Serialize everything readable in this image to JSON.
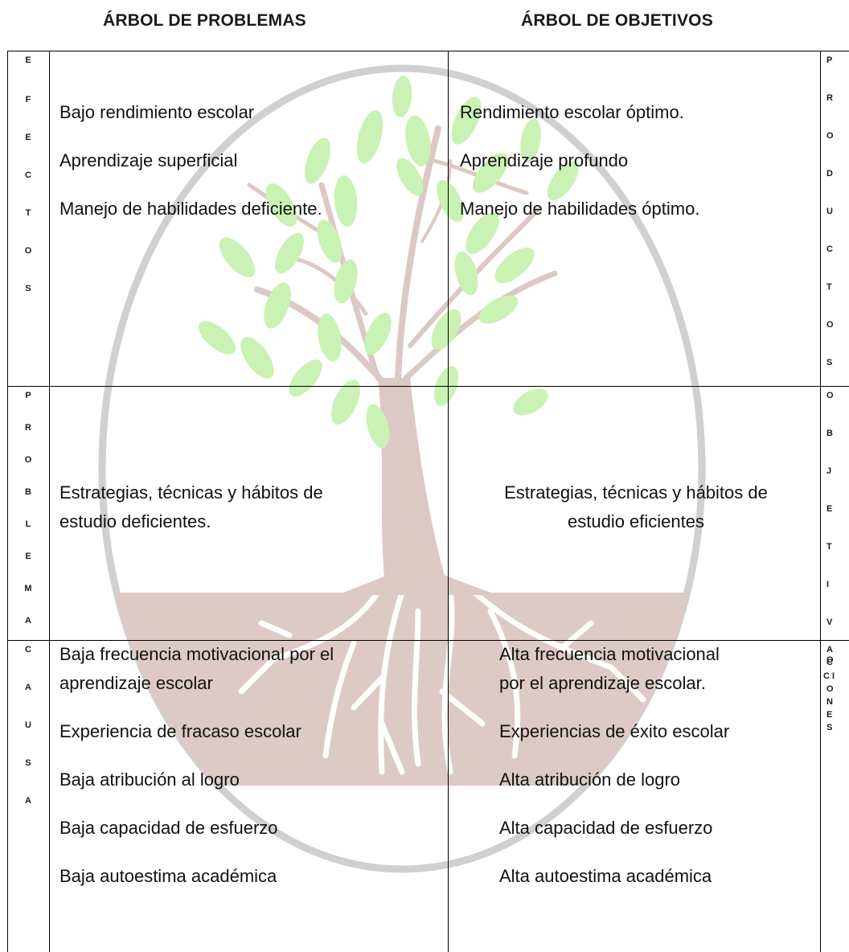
{
  "headings": {
    "left": "ÁRBOL DE PROBLEMAS",
    "right": "ÁRBOL DE OBJETIVOS"
  },
  "side_labels": {
    "efectos": [
      "E",
      "F",
      "E",
      "C",
      "T",
      "O",
      "S"
    ],
    "problema": [
      "P",
      "R",
      "O",
      "B",
      "L",
      "E",
      "M",
      "A"
    ],
    "causa": [
      "C",
      "A",
      "U",
      "S",
      "A"
    ],
    "productos": [
      "P",
      "R",
      "O",
      "D",
      "U",
      "C",
      "T",
      "O",
      "S"
    ],
    "objetivo": [
      "O",
      "B",
      "J",
      "E",
      "T",
      "I",
      "V",
      "O"
    ],
    "acciones": [
      "A",
      "C",
      "C I",
      "O",
      "N",
      "E",
      "S"
    ]
  },
  "problems": {
    "efectos": [
      "Bajo rendimiento escolar",
      "Aprendizaje superficial",
      "Manejo de habilidades deficiente."
    ],
    "problema": [
      "Estrategias, técnicas y hábitos de",
      "estudio deficientes."
    ],
    "causas": [
      "Baja frecuencia motivacional por el",
      "aprendizaje escolar",
      "Experiencia de fracaso escolar",
      "Baja atribución al logro",
      "Baja capacidad de esfuerzo",
      "Baja autoestima académica"
    ]
  },
  "objectives": {
    "productos": [
      "Rendimiento escolar óptimo.",
      "Aprendizaje profundo",
      "Manejo de habilidades óptimo."
    ],
    "objetivo": [
      "Estrategias, técnicas y hábitos de",
      "estudio eficientes"
    ],
    "acciones": [
      "Alta frecuencia motivacional",
      "por el aprendizaje escolar.",
      "Experiencias de éxito escolar",
      "Alta atribución de logro",
      "Alta capacidad de esfuerzo",
      "Alta autoestima académica"
    ]
  },
  "colors": {
    "leaf": "#c9f2b4",
    "trunk": "#dcc8c4",
    "circle": "#d0d0d0",
    "ground": "#ddc9c5"
  }
}
